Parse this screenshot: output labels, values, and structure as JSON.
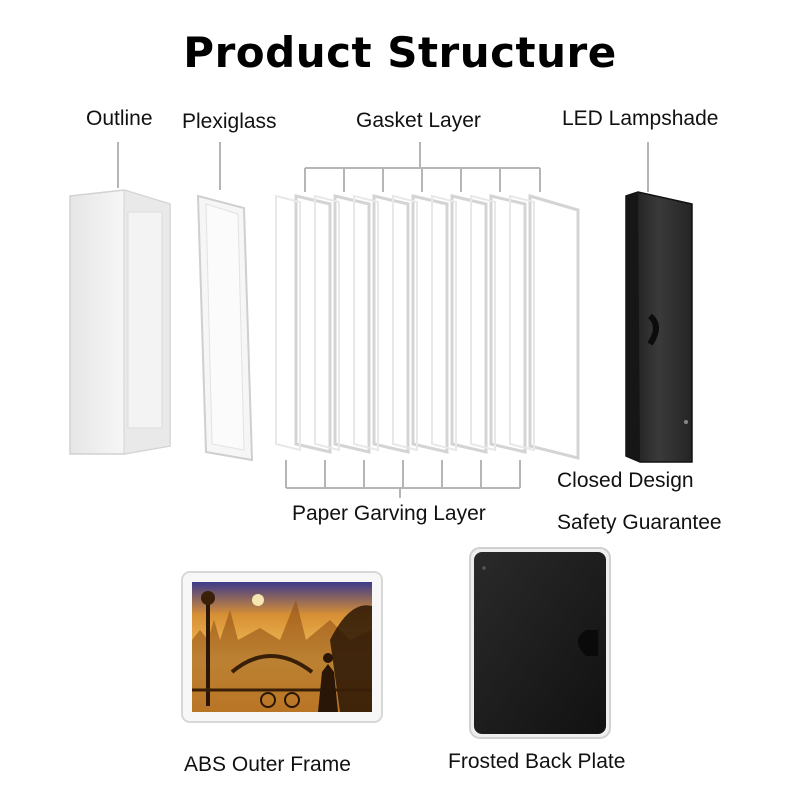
{
  "title": "Product Structure",
  "labels": {
    "outline": "Outline",
    "plexiglass": "Plexiglass",
    "gasket": "Gasket Layer",
    "led": "LED Lampshade",
    "closed": "Closed Design",
    "safety": "Safety Guarantee",
    "paper": "Paper Garving Layer",
    "abs": "ABS Outer Frame",
    "frosted": "Frosted Back Plate"
  },
  "colors": {
    "leader_line": "#b5b5b5",
    "outline_body": "#f4f4f4",
    "lampshade": "#2e2e2e",
    "back_plate": "#1e1e1e",
    "frame_white": "#f7f7f7",
    "scene_glow": "#f2b64a"
  }
}
